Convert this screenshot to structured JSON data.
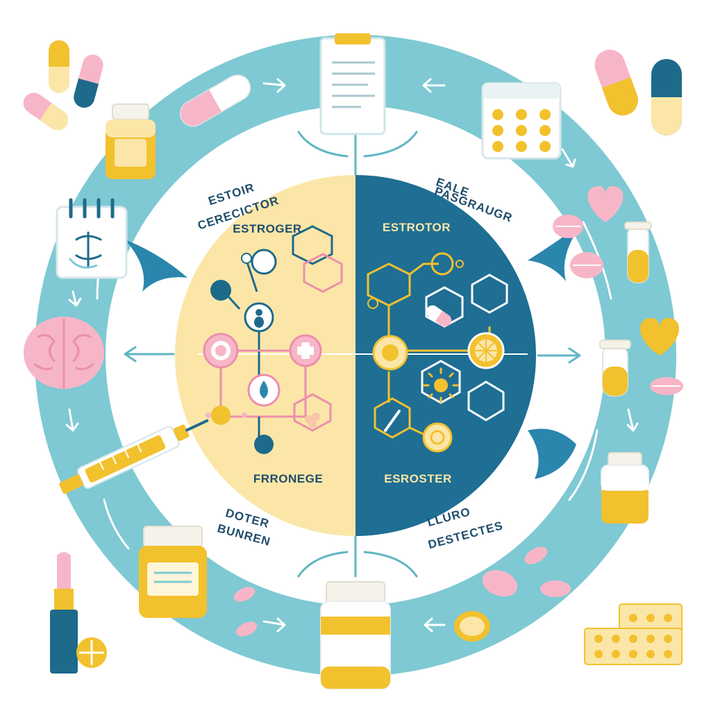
{
  "labels": {
    "upper_left": [
      "ESTOIR",
      "CERECICTOR"
    ],
    "upper_right": [
      "EALE",
      "PASGRAUGR"
    ],
    "lower_left": [
      "DOTER",
      "BUNREN"
    ],
    "lower_right": [
      "LLURO",
      "DESTECTES"
    ],
    "left_top": "ESTROGER",
    "left_bottom": "FRRONEGE",
    "right_top": "ESTROTOR",
    "right_bottom": "ESROSTER"
  },
  "colors": {
    "ring": "#7ec9d3",
    "ring_dark": "#5fb6c3",
    "left_half": "#fbe6a8",
    "right_half": "#1f6e93",
    "teal_dark": "#1d6a8a",
    "gold": "#f2c12e",
    "pink": "#f7b6c8",
    "pink_dark": "#ec8fab",
    "text": "#1f4d6b",
    "white": "#ffffff"
  },
  "icons": {
    "top": "clipboard-icon",
    "top_right": "pill-calendar-icon",
    "left_top": "cycle-calendar-icon",
    "left": "brain-icon",
    "left_bottom": "syringe-icon",
    "bottom_left": "medicine-jar-icon",
    "bottom": "pill-bottle-icon",
    "bottom_right": "tablets-icon",
    "right": "test-tube-icon"
  }
}
